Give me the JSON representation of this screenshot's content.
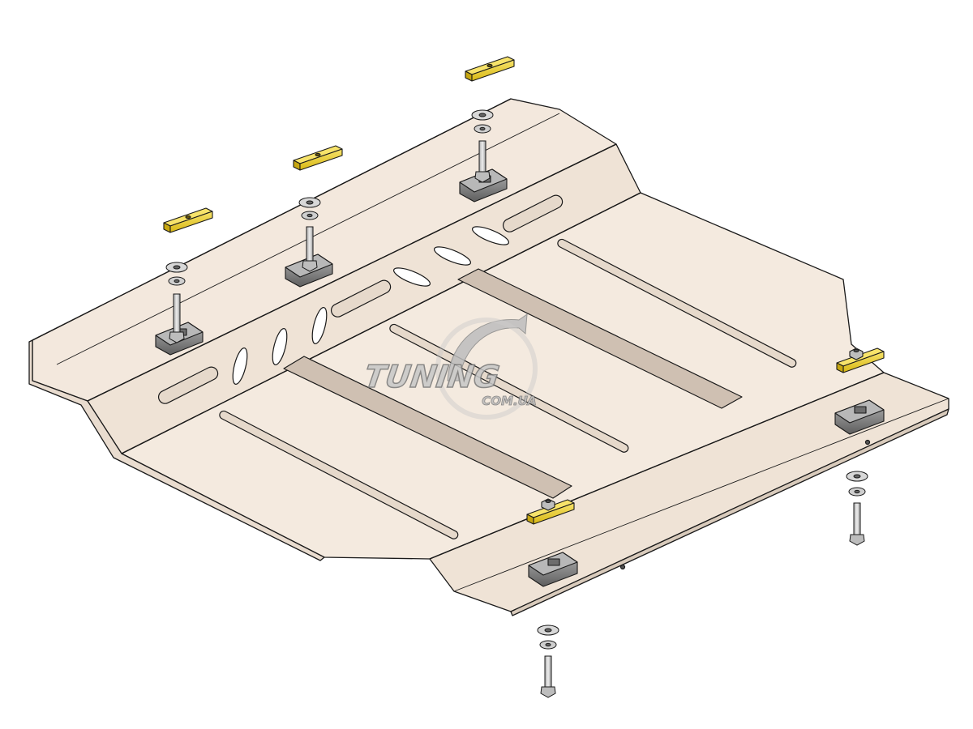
{
  "watermark": {
    "brand": "TUNING",
    "domain": "COM.UA"
  },
  "colors": {
    "plate": "#f3e8dd",
    "plate_shade": "#e9dccf",
    "plate_dark": "#d9cbbc",
    "rib_shade": "#cfc0b2",
    "outline": "#1a1a1a",
    "shim": "#f2d433",
    "bracket": "#8d8d8d",
    "bolt": "#c9c9c9",
    "watermark": "#9a9a9a"
  },
  "parts": {
    "shims": [
      "shim-plate"
    ],
    "brackets": [
      "u-bracket"
    ],
    "fasteners": [
      "bolt",
      "washer",
      "spring-washer"
    ]
  }
}
